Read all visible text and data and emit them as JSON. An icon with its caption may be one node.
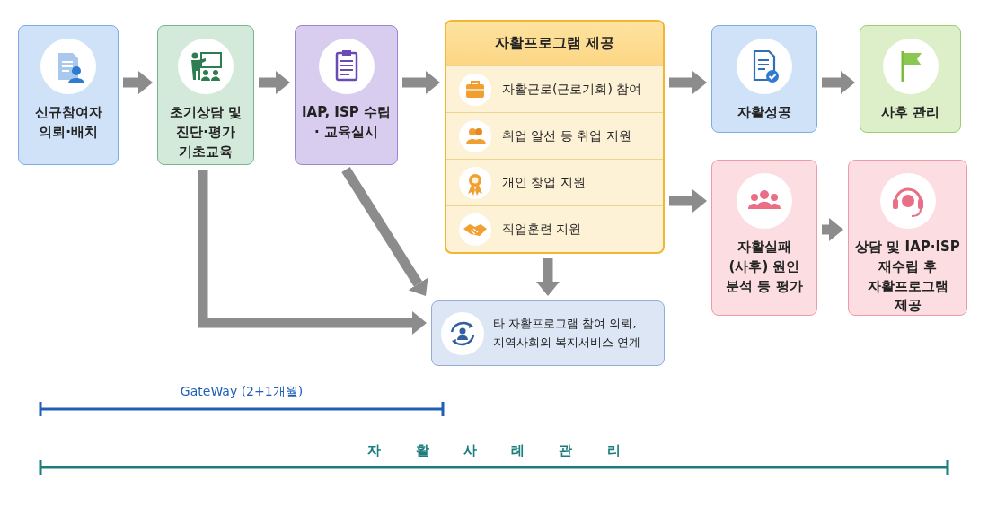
{
  "diagram": {
    "nodes": [
      {
        "text": [
          "신규참여자 의뢰·배치"
        ]
      },
      {
        "text": [
          "초기상담 및 진단·평가 기초교육"
        ]
      },
      {
        "text": [
          "IAP, ISP 수립· 교육실시"
        ]
      },
      {
        "text": [
          "자활프로그램 제공"
        ]
      },
      {
        "text": [
          "자활근로(근로기회) 참여"
        ],
        "in": 3
      },
      {
        "text": [
          "취업 알선 등 취업 지원"
        ],
        "in": 3
      },
      {
        "text": [
          "개인 창업 지원"
        ],
        "in": 3
      },
      {
        "text": [
          "직업훈련 지원"
        ],
        "in": 3
      },
      {
        "text": [
          "자활성공"
        ]
      },
      {
        "text": [
          "사후 관리"
        ]
      },
      {
        "text": [
          "자활실패 (사후) 원인 분석 등 평가"
        ]
      },
      {
        "text": [
          "상담 및 IAP·ISP 재수립 후 자활프로그램 제공"
        ]
      },
      {
        "text": [
          "타 자활프로그램 참여 의뢰, 지역사회의 복지서비스 연계"
        ]
      }
    ],
    "edges": [
      {
        "from": 0,
        "to": 1,
        "arrow": "to"
      },
      {
        "from": 1,
        "to": 2,
        "arrow": "to"
      },
      {
        "from": 2,
        "to": 3,
        "arrow": "to"
      },
      {
        "from": 3,
        "to": 8,
        "arrow": "to"
      },
      {
        "from": 8,
        "to": 9,
        "arrow": "to"
      },
      {
        "from": 3,
        "to": 10,
        "arrow": "to"
      },
      {
        "from": 10,
        "to": 11,
        "arrow": "to"
      },
      {
        "from": 3,
        "to": 12,
        "arrow": "to"
      },
      {
        "from": 1,
        "to": 12,
        "arrow": "to"
      },
      {
        "from": 2,
        "to": 12,
        "arrow": "to"
      }
    ],
    "labels": [
      "GateWay (2+1개월)",
      "자 활 사 례 관 리"
    ]
  }
}
